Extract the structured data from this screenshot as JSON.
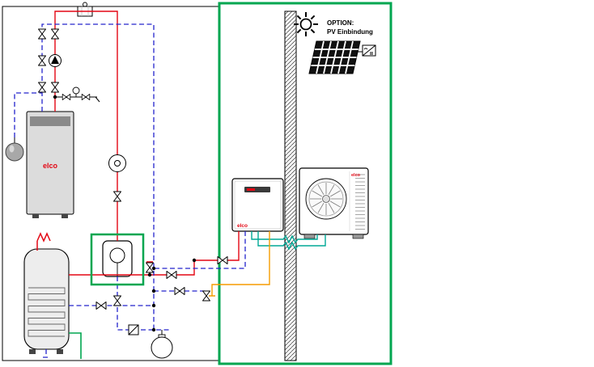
{
  "option": {
    "line1": "OPTION:",
    "line2": "PV Einbindung"
  },
  "brands": {
    "boiler_logo": "elco",
    "indoor_unit_logo": "elco",
    "outdoor_unit_logo": "elco"
  },
  "colors": {
    "accent_green": "#00a650",
    "brand_red": "#e30613",
    "flow_red": "#e30613",
    "return_blue": "#2424cc",
    "refrigerant_teal": "#00a896",
    "dhw_orange": "#f59c00",
    "cold_water_green": "#00a650",
    "wall_hatch": "#333333"
  },
  "icons": {
    "sun": "sun-icon",
    "pv_panel": "pv-panel-icon",
    "inverter": "inverter-icon",
    "wall": "building-wall",
    "fan": "fan-icon",
    "valve": "shutoff-valve-icon",
    "pump": "circulation-pump-icon",
    "gauge": "pressure-gauge-icon",
    "filter": "dirt-filter-icon",
    "expansion_vessel": "expansion-vessel-icon",
    "electric_heater": "electric-heater-icon"
  }
}
